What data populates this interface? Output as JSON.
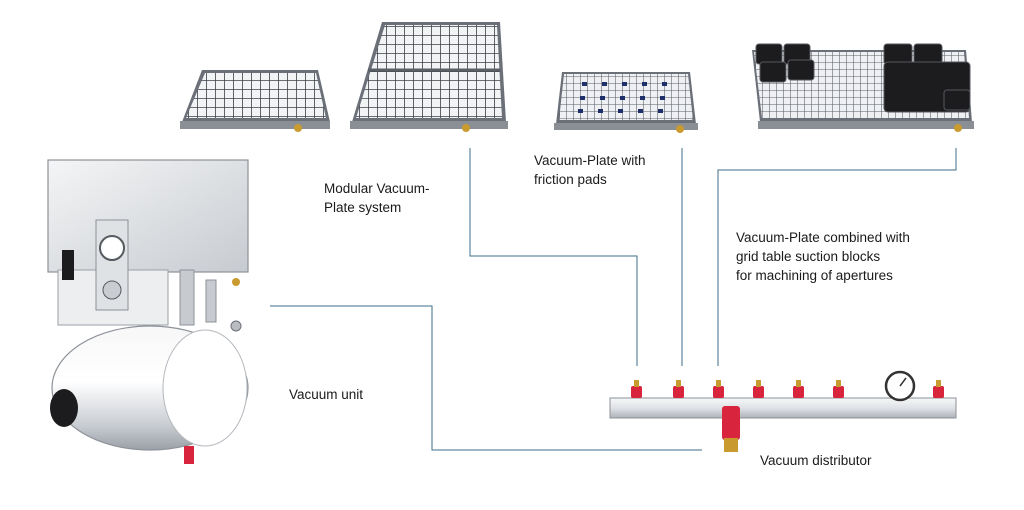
{
  "labels": {
    "modular": "Modular Vacuum-\nPlate system",
    "friction": "Vacuum-Plate  with\nfriction pads",
    "combined": "Vacuum-Plate combined with\ngrid table suction blocks\nfor machining of apertures",
    "vacuum_unit": "Vacuum unit",
    "distributor": "Vacuum distributor"
  },
  "colors": {
    "connector_line": "#3f6d8a",
    "plate_frame": "#5a5f66",
    "grid_line": "#3d4148",
    "accent_red": "#d8243c",
    "brass": "#c99a2e",
    "block_dark": "#1c1c1e"
  }
}
